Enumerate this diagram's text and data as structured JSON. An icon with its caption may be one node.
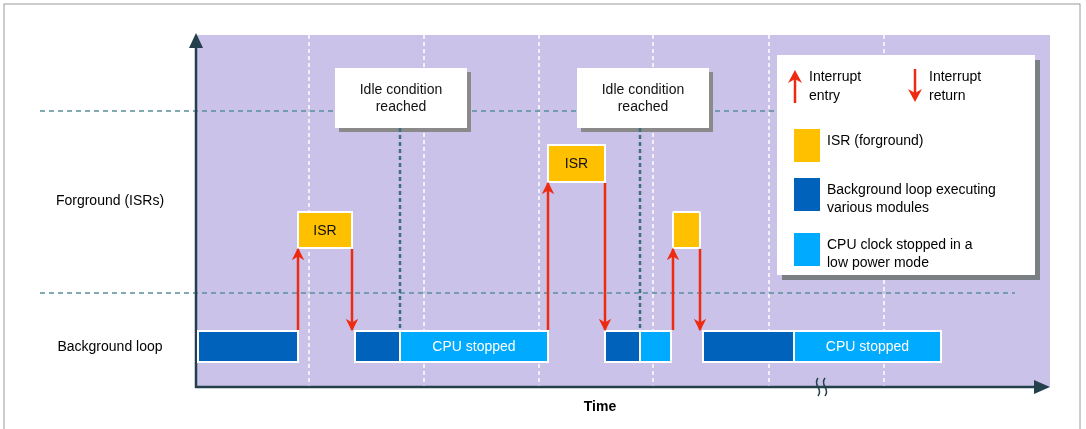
{
  "diagram": {
    "nodes": [
      {
        "text": [
          "Idle condition reached"
        ]
      },
      {
        "text": [
          "Idle condition reached"
        ]
      },
      {
        "text": [],
        "shape": "bar"
      },
      {
        "text": [
          "ISR"
        ]
      },
      {
        "text": [],
        "shape": "bar"
      },
      {
        "text": [
          "CPU stopped"
        ]
      },
      {
        "text": [
          "ISR"
        ]
      },
      {
        "text": [],
        "shape": "bar"
      },
      {
        "text": [],
        "shape": "bar"
      },
      {
        "text": [],
        "shape": "box"
      },
      {
        "text": [],
        "shape": "bar"
      },
      {
        "text": [
          "CPU stopped"
        ]
      }
    ],
    "edges": [
      {
        "from": 2,
        "to": 3,
        "arrow": "to"
      },
      {
        "from": 3,
        "to": 4,
        "arrow": "to"
      },
      {
        "from": 0,
        "to": 5,
        "arrow": "none",
        "style": "dashed",
        "color": "#3f6e7c"
      },
      {
        "from": 5,
        "to": 6,
        "arrow": "to"
      },
      {
        "from": 6,
        "to": 7,
        "arrow": "to"
      },
      {
        "from": 1,
        "to": 8,
        "arrow": "none",
        "style": "dashed",
        "color": "#3f6e7c"
      },
      {
        "from": 8,
        "to": 9,
        "arrow": "to"
      },
      {
        "from": 9,
        "to": 10,
        "arrow": "to"
      }
    ],
    "labels": [
      "Forground (ISRs)",
      "Background loop",
      "Time"
    ],
    "legend": [
      {
        "text": "Interrupt entry"
      },
      {
        "text": "Interrupt return"
      },
      {
        "text": "ISR (forground)",
        "color": "#ffc000"
      },
      {
        "text": "Background loop executing various modules",
        "color": "#0062bb"
      },
      {
        "text": "CPU clock stopped in a low power mode",
        "color": "#00aaff"
      }
    ]
  }
}
